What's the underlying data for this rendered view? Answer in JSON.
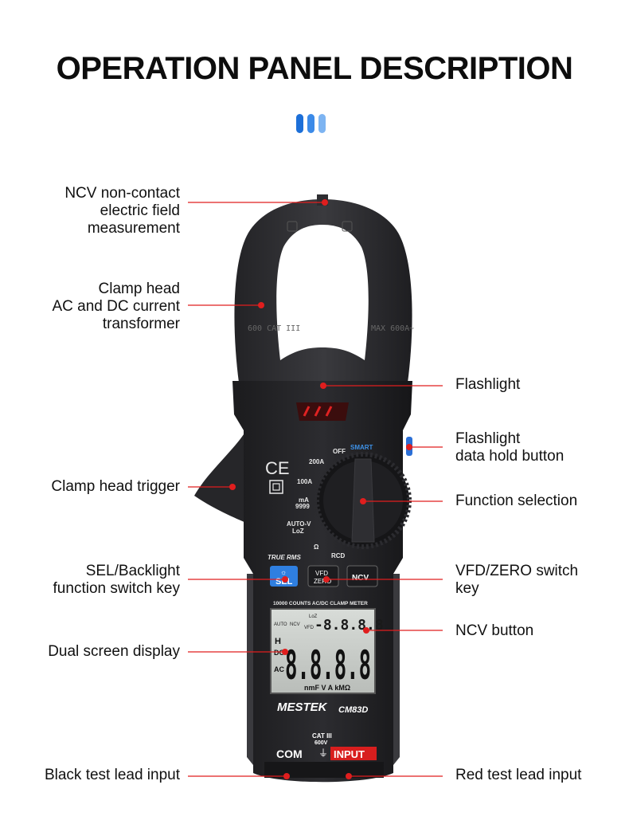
{
  "heading": "OPERATION PANEL DESCRIPTION",
  "accent_dots": [
    "#1c6fd8",
    "#3b8ae8",
    "#7db4f2"
  ],
  "leader_color": "#e01e1e",
  "callouts": {
    "ncv_sensor": [
      "NCV non-contact",
      "electric field",
      "measurement"
    ],
    "clamp_head": [
      "Clamp head",
      "AC and DC current",
      "transformer"
    ],
    "trigger": [
      "Clamp head trigger"
    ],
    "sel_key": [
      "SEL/Backlight",
      "function switch key"
    ],
    "display": [
      "Dual screen display"
    ],
    "black_lead": [
      "Black test lead input"
    ],
    "flashlight": [
      "Flashlight"
    ],
    "flash_button": [
      "Flashlight",
      "data hold button"
    ],
    "function_sel": [
      "Function selection"
    ],
    "vfd_zero": [
      "VFD/ZERO switch",
      "key"
    ],
    "ncv_button": [
      "NCV button"
    ],
    "red_lead": [
      "Red test lead input"
    ]
  },
  "device": {
    "brand": "MESTEK",
    "model": "CM83D",
    "jaw_left_text": "600 CAT III",
    "jaw_right_text": "MAX 600A~",
    "ce_mark": "CE",
    "dial": {
      "off": "OFF",
      "smart": "SMART",
      "a200": "200A",
      "a100": "100A",
      "ma": "mA",
      "ma_range": "9999",
      "autov": "AUTO-V",
      "loz": "LoZ",
      "rcd": "RCD"
    },
    "true_rms": "TRUE RMS",
    "keys": {
      "sel": "SEL",
      "vfd": "VFD",
      "zero": "ZERO",
      "ncv": "NCV"
    },
    "lcd_header": "10000 COUNTS AC/DC CLAMP METER",
    "lcd": {
      "big_digits": "8.8.8.8",
      "small_digits": "-8.8.8.8",
      "auto": "AUTO",
      "ncv": "NCV",
      "vfd": "VFD",
      "hold": "H",
      "dc": "DC",
      "ac": "AC",
      "loz": "LoZ",
      "units": "nmF V A kMΩ"
    },
    "cat_rating": "CAT III",
    "cat_voltage": "600V",
    "com": "COM",
    "input": "INPUT"
  }
}
